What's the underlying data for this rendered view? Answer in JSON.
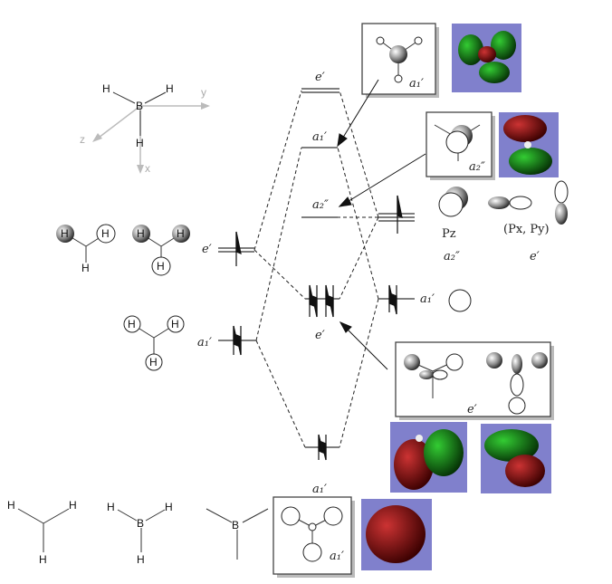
{
  "title": "BH3 molecular orbital diagram",
  "colors": {
    "orbital_bg": "#8080cc",
    "lobe_red": "#8b0000",
    "lobe_green": "#1a7a1a"
  },
  "axes": {
    "x": "x",
    "y": "y",
    "z": "z"
  },
  "atoms": {
    "H": "H",
    "B": "B"
  },
  "mo_levels": {
    "e_star": "e′",
    "a1_star": "a₁′",
    "a2": "a₂″",
    "e_bond": "e′",
    "a1_bond": "a₁′"
  },
  "fragment_H3": {
    "e": "e′",
    "a1": "a₁′"
  },
  "fragment_B": {
    "s": "a₁′",
    "pz_label": "Pz",
    "pz_sym": "a₂″",
    "pxy_label": "(Px, Py)",
    "pxy_sym": "e′"
  },
  "boxes": {
    "top": "a₁′",
    "a2": "a₂″",
    "e": "e′",
    "bottom": "a₁′"
  }
}
